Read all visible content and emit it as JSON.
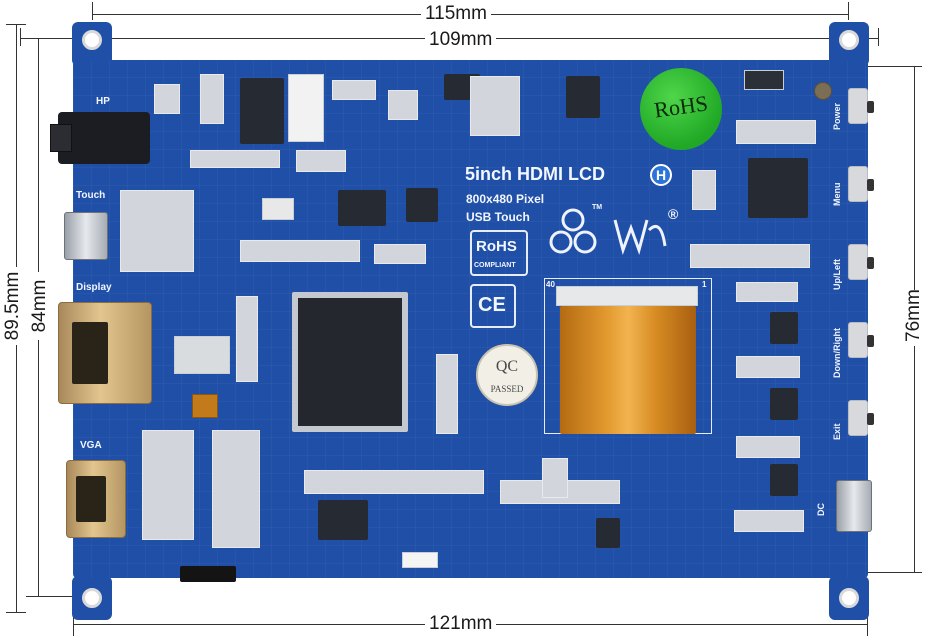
{
  "dimensions": {
    "top_width_outer": "115mm",
    "top_width_inner": "109mm",
    "bottom_width": "121mm",
    "left_height_outer": "89.5mm",
    "left_height_inner": "84mm",
    "right_height": "76mm"
  },
  "board": {
    "title": "5inch HDMI LCD",
    "title_badge": "H",
    "line2": "800x480 Pixel",
    "line3": "USB Touch",
    "rohs_main": "RoHS",
    "rohs_box_top": "RoHS",
    "rohs_box_bottom": "COMPLIANT",
    "ce_mark": "CE",
    "qc_top": "QC",
    "qc_bottom": "PASSED",
    "tm": "TM",
    "registered": "®",
    "ribbon_left": "40",
    "ribbon_right": "1"
  },
  "connectors": {
    "hp": "HP",
    "touch": "Touch",
    "display": "Display",
    "vga": "VGA",
    "dc": "DC"
  },
  "buttons": {
    "power": "Power",
    "menu": "Menu",
    "up_left": "Up/Left",
    "down_right": "Down/Right",
    "exit": "Exit"
  },
  "colors": {
    "pcb": "#1f4fa6",
    "rohs_green": "#20a826",
    "ribbon": "#e39a2f"
  }
}
